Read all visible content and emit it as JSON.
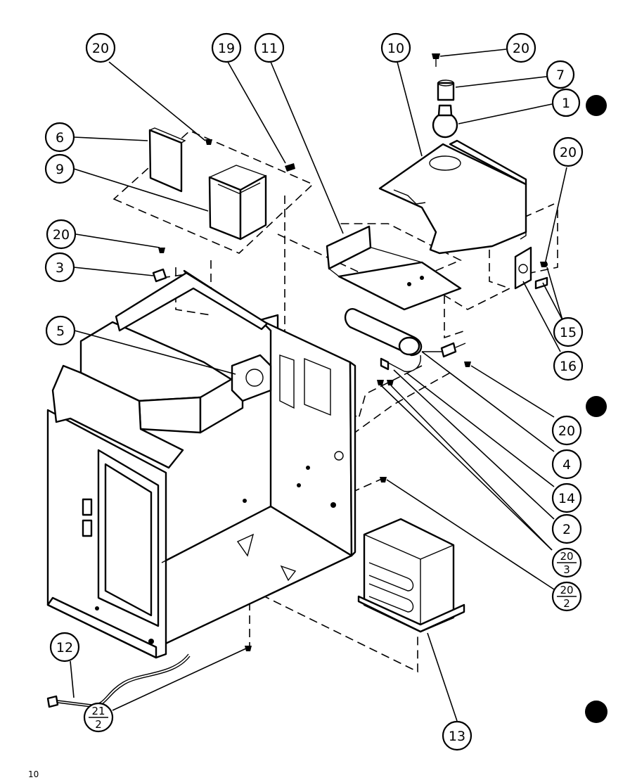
{
  "page_number": "10",
  "callouts": [
    {
      "id": "c-20a",
      "label": "20"
    },
    {
      "id": "c-19",
      "label": "19"
    },
    {
      "id": "c-11",
      "label": "11"
    },
    {
      "id": "c-10",
      "label": "10"
    },
    {
      "id": "c-20b",
      "label": "20"
    },
    {
      "id": "c-7",
      "label": "7"
    },
    {
      "id": "c-1",
      "label": "1"
    },
    {
      "id": "c-6",
      "label": "6"
    },
    {
      "id": "c-9",
      "label": "9"
    },
    {
      "id": "c-20c",
      "label": "20"
    },
    {
      "id": "c-20d",
      "label": "20"
    },
    {
      "id": "c-3",
      "label": "3"
    },
    {
      "id": "c-5",
      "label": "5"
    },
    {
      "id": "c-15",
      "label": "15"
    },
    {
      "id": "c-16",
      "label": "16"
    },
    {
      "id": "c-20e",
      "label": "20"
    },
    {
      "id": "c-4",
      "label": "4"
    },
    {
      "id": "c-14",
      "label": "14"
    },
    {
      "id": "c-2",
      "label": "2"
    },
    {
      "id": "c-12",
      "label": "12"
    },
    {
      "id": "c-13",
      "label": "13"
    }
  ],
  "fractions": [
    {
      "id": "f-20-3",
      "top": "20",
      "bottom": "3"
    },
    {
      "id": "f-20-2",
      "top": "20",
      "bottom": "2"
    },
    {
      "id": "f-21-2",
      "top": "21",
      "bottom": "2"
    }
  ]
}
